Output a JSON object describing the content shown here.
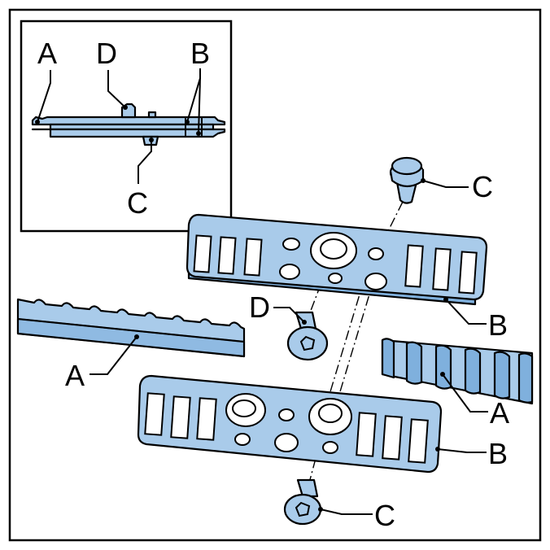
{
  "labels": {
    "inset_a": "A",
    "inset_d": "D",
    "inset_b": "B",
    "inset_c": "C",
    "screw_c_top": "C",
    "plate_b_top": "B",
    "screw_d": "D",
    "rack_a_left": "A",
    "rack_a_right": "A",
    "plate_b_bottom": "B",
    "screw_c_bottom": "C"
  },
  "colors": {
    "part_fill": "#a9cbea",
    "part_shadow": "#7fb0dd",
    "outline": "#000000",
    "background": "#ffffff"
  }
}
